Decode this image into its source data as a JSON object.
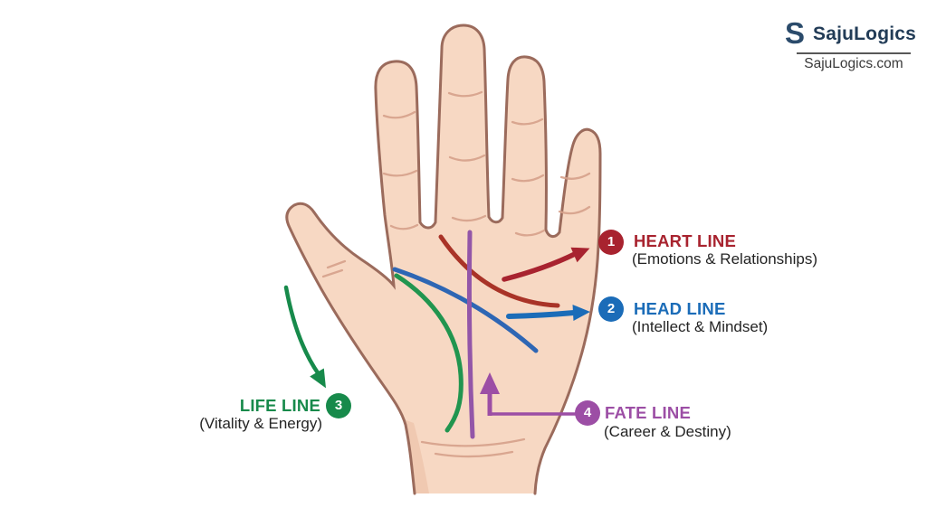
{
  "brand": {
    "logo_letter": "S",
    "name": "SajuLogics",
    "website": "SajuLogics.com",
    "navy": "#223C57"
  },
  "illustration": {
    "skin_color": "#F7D8C3",
    "outline_color": "#9B6B5C",
    "crease_color": "#D6A18B"
  },
  "lines": {
    "heart": {
      "number": "1",
      "title": "HEART LINE",
      "subtitle": "(Emotions & Relationships)",
      "color": "#A8232F",
      "line_color": "#A93327"
    },
    "head": {
      "number": "2",
      "title": "HEAD LINE",
      "subtitle": "(Intellect & Mindset)",
      "color": "#1B6CB8",
      "line_color": "#2E66B4"
    },
    "life": {
      "number": "3",
      "title": "LIFE LINE",
      "subtitle": "(Vitality & Energy)",
      "color": "#178A4B",
      "line_color": "#21954F"
    },
    "fate": {
      "number": "4",
      "title": "FATE LINE",
      "subtitle": "(Career & Destiny)",
      "color": "#9C4EA5",
      "line_color": "#9356A8"
    }
  }
}
